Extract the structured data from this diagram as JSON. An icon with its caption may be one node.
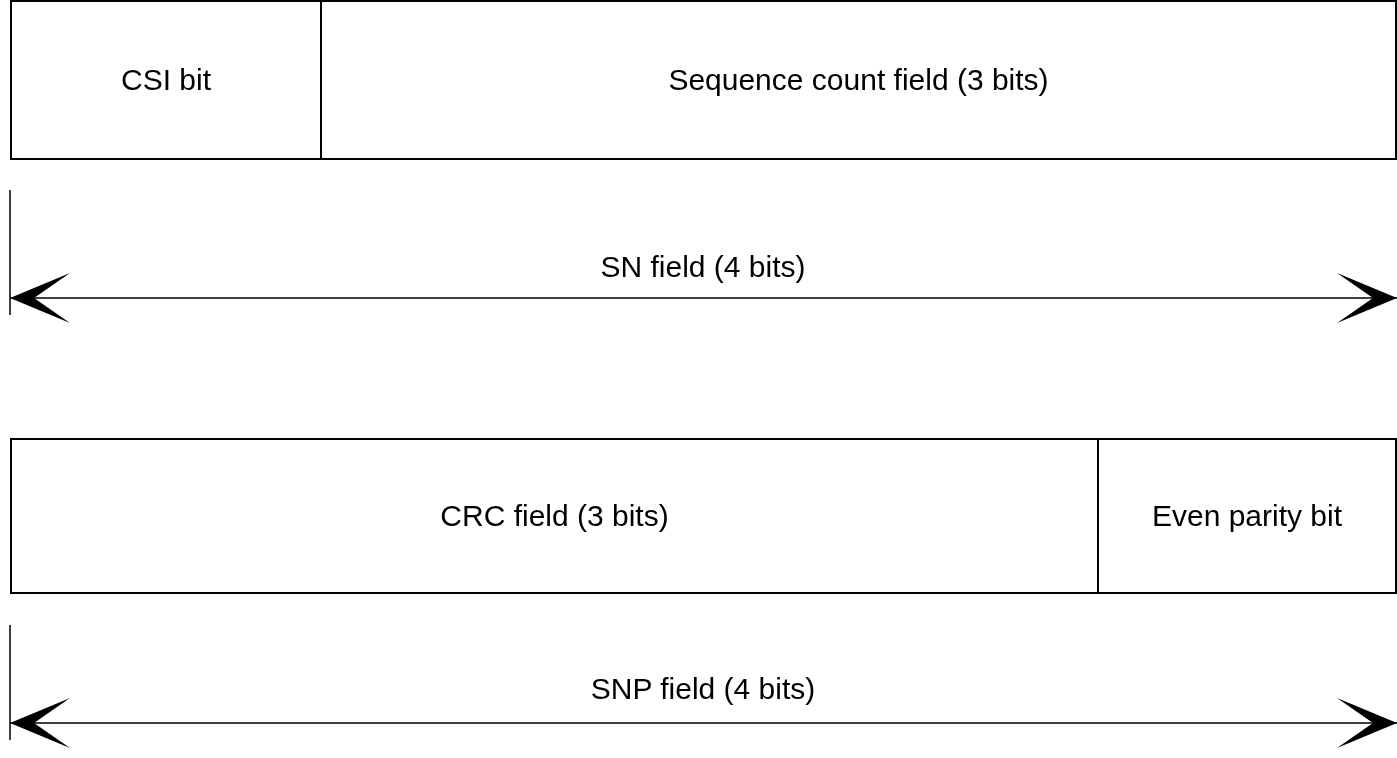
{
  "diagram": {
    "nodes": [
      {
        "text": [
          "CSI bit"
        ]
      },
      {
        "text": [
          "Sequence count field (3 bits)"
        ]
      },
      {
        "text": [
          "CRC field (3 bits)"
        ]
      },
      {
        "text": [
          "Even parity bit"
        ]
      }
    ],
    "labels": [
      "SN field (4 bits)",
      "SNP field (4 bits)"
    ]
  }
}
